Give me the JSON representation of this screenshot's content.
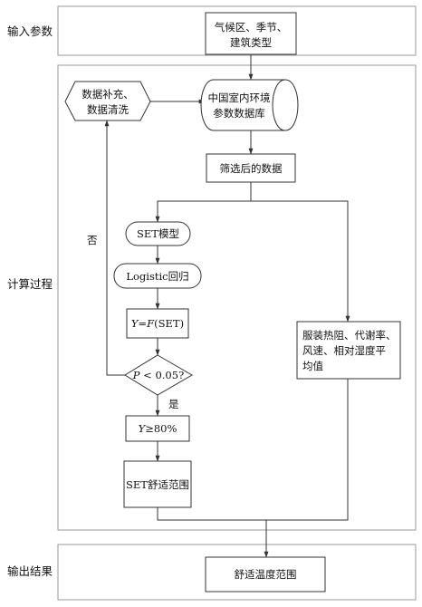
{
  "stages": {
    "input": "输入参数",
    "compute": "计算过程",
    "output": "输出结果"
  },
  "nodes": {
    "climate": [
      "气候区、季节、",
      "建筑类型"
    ],
    "database": [
      "中国室内环境",
      "参数数据库"
    ],
    "supplement": [
      "数据补充、",
      "数据清洗"
    ],
    "filtered": "筛选后的数据",
    "set_model": "SET模型",
    "logistic": "Logistic回归",
    "y_func": [
      "Y",
      "=",
      "F",
      "(SET)"
    ],
    "p_test": [
      "P",
      " < 0.05?"
    ],
    "y_cond": [
      "Y",
      "≥80%"
    ],
    "set_range": "SET舒适范围",
    "params": [
      "服装热阻、代谢率、",
      "风速、相对湿度平",
      "均值"
    ],
    "temp_range": "舒适温度范围"
  },
  "edges": {
    "no": "否",
    "yes": "是"
  }
}
